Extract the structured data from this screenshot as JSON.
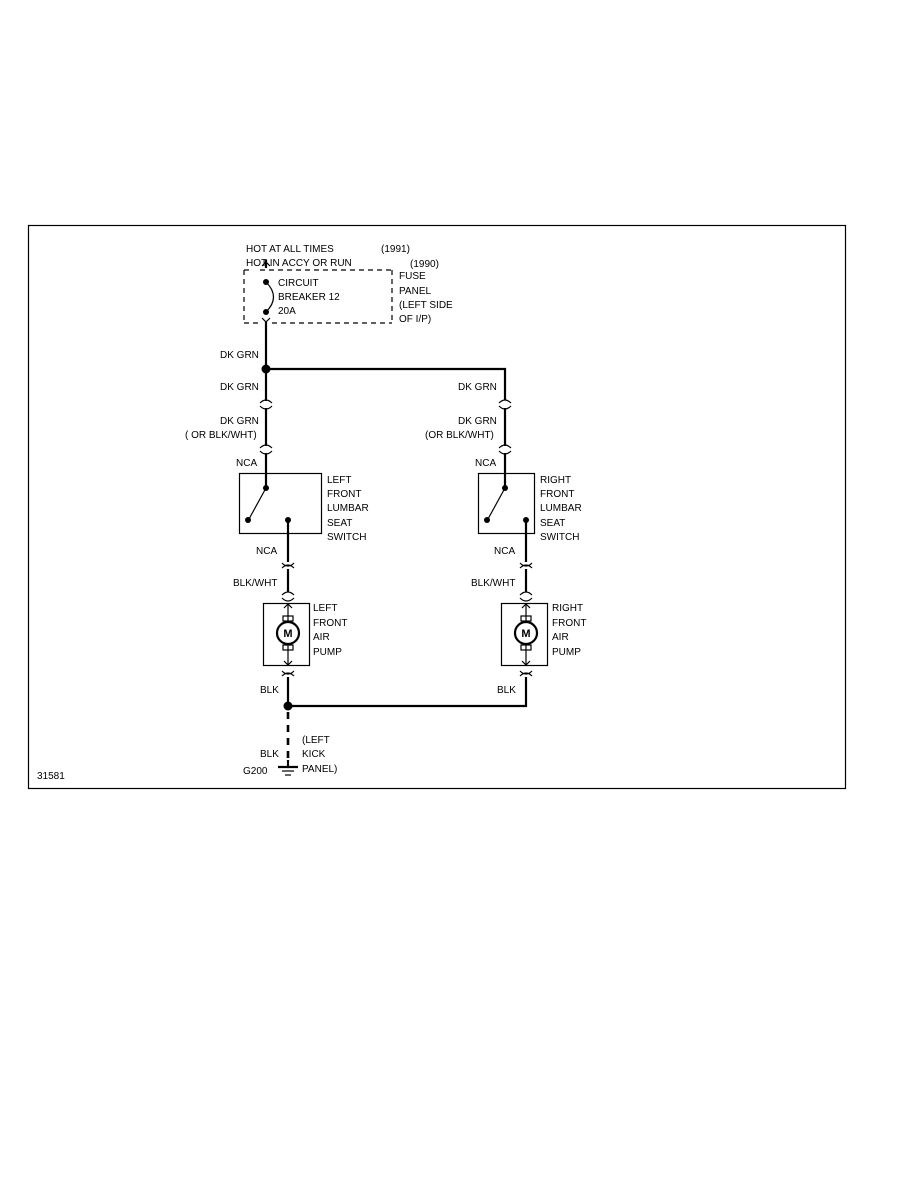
{
  "power": {
    "hot_all_times": "HOT AT ALL TIMES",
    "year_1991": "(1991)",
    "hot_accy_run": "HOT IN ACCY OR RUN",
    "year_1990": "(1990)"
  },
  "fuse_panel": {
    "breaker_line1": "CIRCUIT",
    "breaker_line2": "BREAKER 12",
    "breaker_line3": "20A",
    "panel_line1": "FUSE",
    "panel_line2": "PANEL",
    "panel_line3": "(LEFT SIDE",
    "panel_line4": "OF I/P)"
  },
  "wires": {
    "main_dk_grn": "DK GRN",
    "left_dk_grn_1": "DK GRN",
    "left_dk_grn_2": "DK GRN",
    "left_or_blk_wht": "( OR BLK/WHT)",
    "right_dk_grn_1": "DK GRN",
    "right_dk_grn_2": "DK GRN",
    "right_or_blk_wht": "(OR BLK/WHT)",
    "left_nca_top": "NCA",
    "right_nca_top": "NCA",
    "left_nca_bottom": "NCA",
    "right_nca_bottom": "NCA",
    "left_blk_wht": "BLK/WHT",
    "right_blk_wht": "BLK/WHT",
    "left_blk": "BLK",
    "right_blk": "BLK",
    "ground_blk": "BLK"
  },
  "left_switch": {
    "line1": "LEFT",
    "line2": "FRONT",
    "line3": "LUMBAR",
    "line4": "SEAT",
    "line5": "SWITCH"
  },
  "right_switch": {
    "line1": "RIGHT",
    "line2": "FRONT",
    "line3": "LUMBAR",
    "line4": "SEAT",
    "line5": "SWITCH"
  },
  "left_pump": {
    "line1": "LEFT",
    "line2": "FRONT",
    "line3": "AIR",
    "line4": "PUMP",
    "motor": "M"
  },
  "right_pump": {
    "line1": "RIGHT",
    "line2": "FRONT",
    "line3": "AIR",
    "line4": "PUMP",
    "motor": "M"
  },
  "ground": {
    "id": "G200",
    "loc_line1": "(LEFT",
    "loc_line2": "KICK",
    "loc_line3": "PANEL)"
  },
  "figure_id": "31581"
}
